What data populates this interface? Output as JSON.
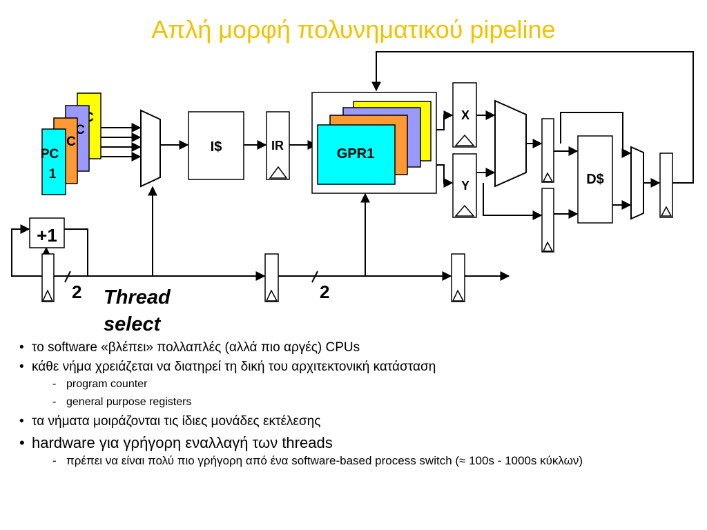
{
  "title": "Απλή μορφή πολυνηματικού pipeline",
  "diagram": {
    "pc_front_label": [
      "PC",
      "1"
    ],
    "pc_back_label": "C",
    "icache_label": "I$",
    "ir_label": "IR",
    "gpr_label": "GPR1",
    "x_label": "X",
    "y_label": "Y",
    "dcache_label": "D$",
    "incrementer_label": "+1",
    "bus_width_left": "2",
    "bus_width_right": "2",
    "thread_select_label": [
      "Thread",
      "select"
    ],
    "colors": {
      "title": "#f2c200",
      "yellow_context": "#ffff00",
      "purple_context": "#9999ff",
      "orange_context": "#ff9933",
      "cyan_context": "#00ffff"
    }
  },
  "bullets": [
    {
      "text": "το software «βλέπει» πολλαπλές (αλλά πιο αργές) CPUs",
      "size": "small",
      "sub": []
    },
    {
      "text": "κάθε νήμα χρειάζεται να διατηρεί τη δική του αρχιτεκτονική κατάσταση",
      "size": "small",
      "sub": [
        "program counter",
        "general purpose registers"
      ]
    },
    {
      "text": "τα νήματα μοιράζονται τις ίδιες μονάδες εκτέλεσης",
      "size": "small",
      "sub": []
    },
    {
      "text": "hardware για γρήγορη εναλλαγή των threads",
      "size": "large",
      "sub": [
        "πρέπει να είναι πολύ πιο γρήγορη από ένα software-based process switch (≈ 100s - 1000s κύκλων)"
      ]
    }
  ]
}
